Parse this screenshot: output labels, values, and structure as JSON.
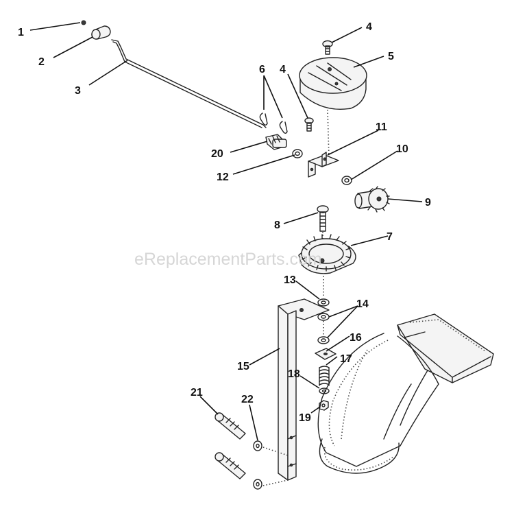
{
  "watermark": "eReplacementParts.com",
  "callouts": {
    "c1": "1",
    "c2": "2",
    "c3": "3",
    "c4a": "4",
    "c4b": "4",
    "c5": "5",
    "c6": "6",
    "c7": "7",
    "c8": "8",
    "c9": "9",
    "c10": "10",
    "c11": "11",
    "c12": "12",
    "c13": "13",
    "c14": "14",
    "c15": "15",
    "c16": "16",
    "c17": "17",
    "c18": "18",
    "c19": "19",
    "c20": "20",
    "c21": "21",
    "c22": "22"
  },
  "colors": {
    "line": "#222222",
    "label": "#111111",
    "watermark": "#cfcfcf"
  }
}
